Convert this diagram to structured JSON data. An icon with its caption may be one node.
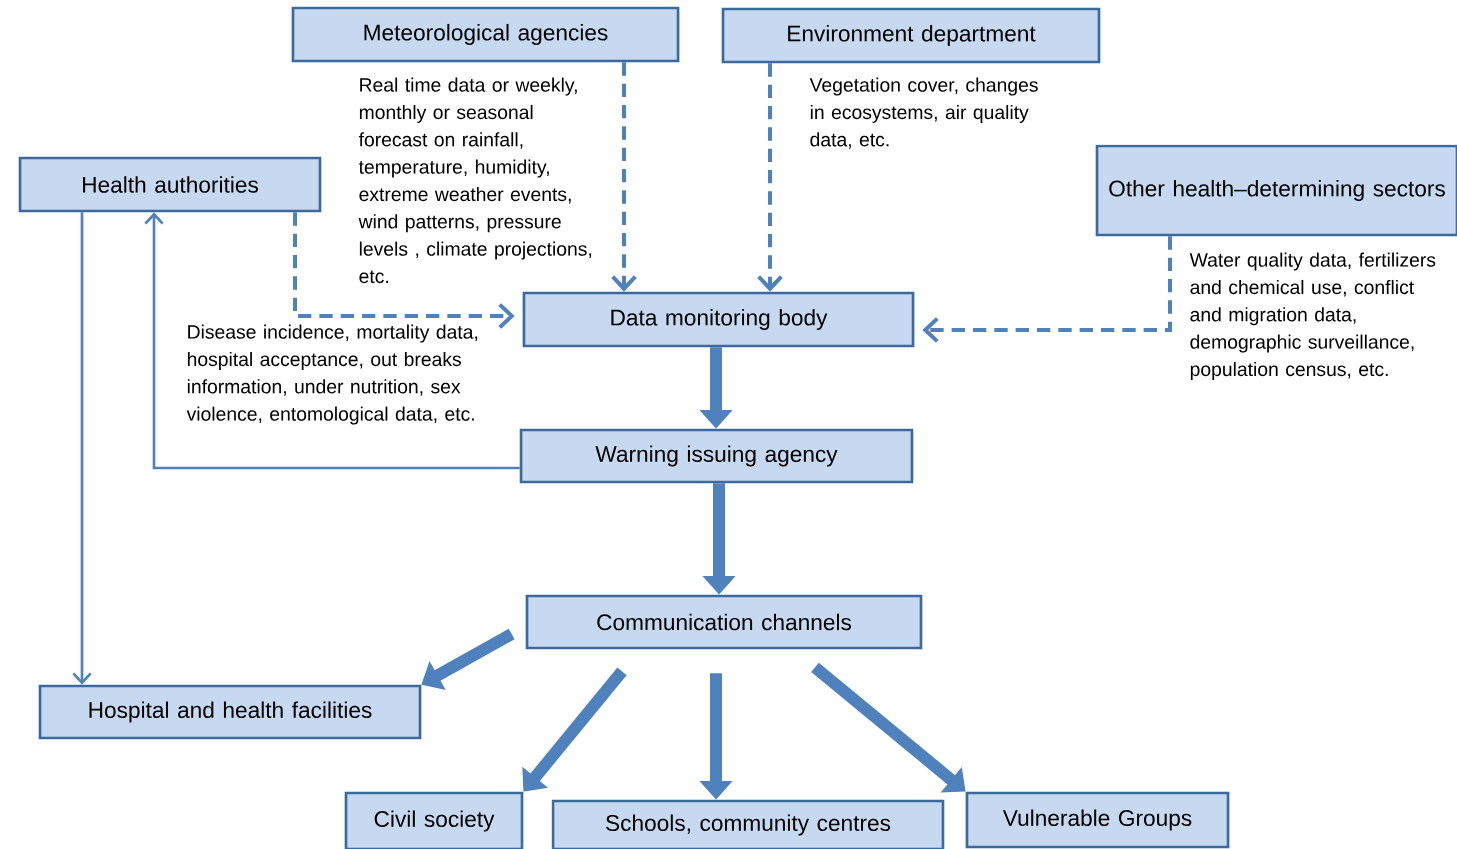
{
  "diagram": {
    "nodes": [
      {
        "text": [
          "Meteorological agencies"
        ]
      },
      {
        "text": [
          "Environment department"
        ]
      },
      {
        "text": [
          "Health authorities"
        ]
      },
      {
        "text": [
          "Other health–determining sectors"
        ]
      },
      {
        "text": [
          "Data monitoring body"
        ]
      },
      {
        "text": [
          "Warning issuing agency"
        ]
      },
      {
        "text": [
          "Communication channels"
        ]
      },
      {
        "text": [
          "Hospital and health facilities"
        ]
      },
      {
        "text": [
          "Civil society"
        ]
      },
      {
        "text": [
          "Schools, community centres"
        ]
      },
      {
        "text": [
          "Vulnerable Groups"
        ]
      }
    ],
    "edges": [
      {
        "from": 0,
        "to": 4,
        "arrow": "to",
        "style": "dashed",
        "label": "Real time data or weekly, monthly or seasonal forecast on rainfall, temperature, humidity, extreme weather events, wind patterns, pressure levels , climate projections, etc."
      },
      {
        "from": 1,
        "to": 4,
        "arrow": "to",
        "style": "dashed",
        "label": "Vegetation cover, changes in ecosystems, air quality data, etc."
      },
      {
        "from": 2,
        "to": 4,
        "arrow": "to",
        "style": "dashed",
        "label": "Disease incidence, mortality data, hospital acceptance, out breaks information, under nutrition,  sex violence, entomological data, etc."
      },
      {
        "from": 3,
        "to": 4,
        "arrow": "to",
        "style": "dashed",
        "label": "Water quality data, fertilizers  and chemical use, conflict and migration data, demographic surveillance,  population census, etc."
      },
      {
        "from": 4,
        "to": 5,
        "arrow": "to",
        "style": "thick"
      },
      {
        "from": 5,
        "to": 2,
        "arrow": "to"
      },
      {
        "from": 5,
        "to": 6,
        "arrow": "to",
        "style": "thick"
      },
      {
        "from": 2,
        "to": 7,
        "arrow": "to"
      },
      {
        "from": 6,
        "to": 7,
        "arrow": "to",
        "style": "thick"
      },
      {
        "from": 6,
        "to": 8,
        "arrow": "to",
        "style": "thick"
      },
      {
        "from": 6,
        "to": 9,
        "arrow": "to",
        "style": "thick"
      },
      {
        "from": 6,
        "to": 10,
        "arrow": "to",
        "style": "thick"
      }
    ]
  }
}
